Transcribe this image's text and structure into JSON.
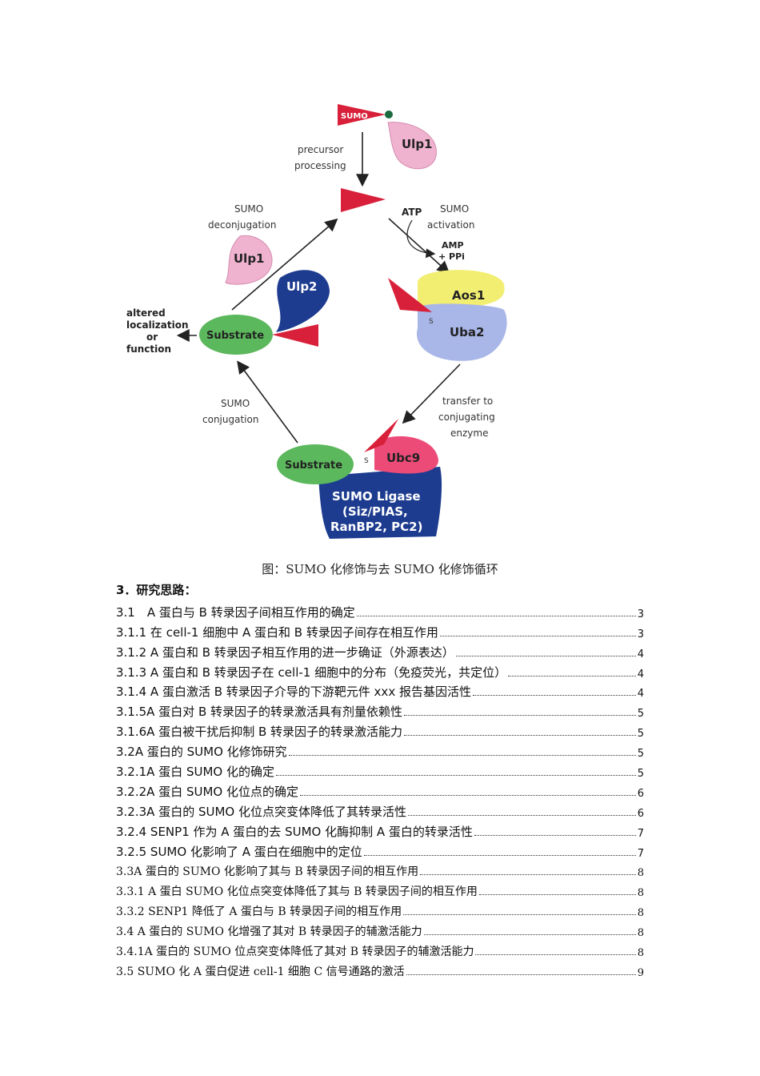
{
  "diagram": {
    "labels": {
      "sumo_tag": "SUMO",
      "ulp1_top": "Ulp1",
      "precursor": "precursor",
      "processing": "processing",
      "atp": "ATP",
      "sumo_activation_1": "SUMO",
      "sumo_activation_2": "activation",
      "amp": "AMP",
      "ppi": "+ PPi",
      "sumo_deconj_1": "SUMO",
      "sumo_deconj_2": "deconjugation",
      "ulp1_left": "Ulp1",
      "ulp2": "Ulp2",
      "aos1": "Aos1",
      "uba2": "Uba2",
      "altered_1": "altered",
      "altered_2": "localization",
      "altered_3": "or",
      "altered_4": "function",
      "substrate_top": "Substrate",
      "transfer_1": "transfer to",
      "transfer_2": "conjugating",
      "transfer_3": "enzyme",
      "sumo_conj_1": "SUMO",
      "sumo_conj_2": "conjugation",
      "substrate_bottom": "Substrate",
      "ubc9": "Ubc9",
      "ligase_1": "SUMO Ligase",
      "ligase_2": "(Siz/PIAS,",
      "ligase_3": "RanBP2, PC2)",
      "s1": "S",
      "s2": "S"
    }
  },
  "caption": "图：SUMO 化修饰与去 SUMO 化修饰循环",
  "heading": "3．研究思路：",
  "toc": [
    {
      "title": "3.1　A 蛋白与 B 转录因子间相互作用的确定",
      "page": "3",
      "serif": false
    },
    {
      "title": "3.1.1 在 cell-1 细胞中 A 蛋白和 B 转录因子间存在相互作用",
      "page": "3",
      "serif": false
    },
    {
      "title": "3.1.2 A 蛋白和 B 转录因子相互作用的进一步确证（外源表达）",
      "page": "4",
      "serif": false
    },
    {
      "title": "3.1.3 A 蛋白和 B 转录因子在 cell-1 细胞中的分布（免疫荧光，共定位）",
      "page": "4",
      "serif": false
    },
    {
      "title": "3.1.4 A 蛋白激活 B 转录因子介导的下游靶元件 xxx 报告基因活性",
      "page": "4",
      "serif": false
    },
    {
      "title": "3.1.5A 蛋白对 B 转录因子的转录激活具有剂量依赖性",
      "page": "5",
      "serif": false
    },
    {
      "title": "3.1.6A 蛋白被干扰后抑制 B 转录因子的转录激活能力",
      "page": "5",
      "serif": false
    },
    {
      "title": "3.2A 蛋白的 SUMO 化修饰研究",
      "page": "5",
      "serif": false
    },
    {
      "title": "3.2.1A 蛋白 SUMO 化的确定",
      "page": "5",
      "serif": false
    },
    {
      "title": "3.2.2A 蛋白 SUMO 化位点的确定",
      "page": "6",
      "serif": false
    },
    {
      "title": "3.2.3A 蛋白的 SUMO 化位点突变体降低了其转录活性",
      "page": "6",
      "serif": false
    },
    {
      "title": "3.2.4 SENP1 作为 A 蛋白的去 SUMO 化酶抑制 A 蛋白的转录活性",
      "page": "7",
      "serif": false
    },
    {
      "title": "3.2.5 SUMO 化影响了 A 蛋白在细胞中的定位",
      "page": "7",
      "serif": false
    },
    {
      "title": "3.3A 蛋白的 SUMO 化影响了其与 B 转录因子间的相互作用",
      "page": "8",
      "serif": true
    },
    {
      "title": "3.3.1 A 蛋白 SUMO 化位点突变体降低了其与 B 转录因子间的相互作用",
      "page": "8",
      "serif": true
    },
    {
      "title": "3.3.2 SENP1 降低了 A 蛋白与 B 转录因子间的相互作用",
      "page": "8",
      "serif": true
    },
    {
      "title": "3.4 A 蛋白的 SUMO 化增强了其对 B 转录因子的辅激活能力",
      "page": "8",
      "serif": true
    },
    {
      "title": "3.4.1A 蛋白的 SUMO 位点突变体降低了其对 B 转录因子的辅激活能力",
      "page": "8",
      "serif": true
    },
    {
      "title": "3.5 SUMO 化 A 蛋白促进 cell-1 细胞 C 信号通路的激活",
      "page": "9",
      "serif": true
    }
  ]
}
